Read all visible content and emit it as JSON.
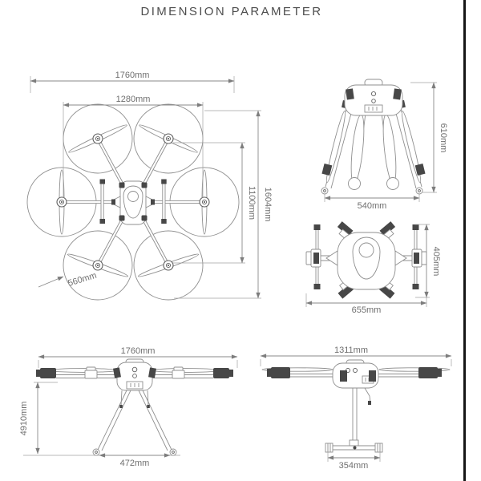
{
  "title": "DIMENSION PARAMETER",
  "colors": {
    "line": "#8f8f8f",
    "dark_parts": "#474747",
    "dimension_text": "#6f6f6f",
    "title_text": "#4d4d4d",
    "right_border": "#161616"
  },
  "views": {
    "top": {
      "overall_width": "1760mm",
      "motor_span_width": "1280mm",
      "overall_length": "1604mm",
      "motor_span_length": "1100mm",
      "propeller_diameter": "560mm"
    },
    "folded_front": {
      "height": "610mm",
      "width": "540mm"
    },
    "folded_top": {
      "length": "405mm",
      "width": "655mm"
    },
    "front": {
      "width": "1760mm",
      "height": "4910mm",
      "leg_span": "472mm"
    },
    "side": {
      "width": "1311mm",
      "skid_length": "354mm"
    }
  }
}
